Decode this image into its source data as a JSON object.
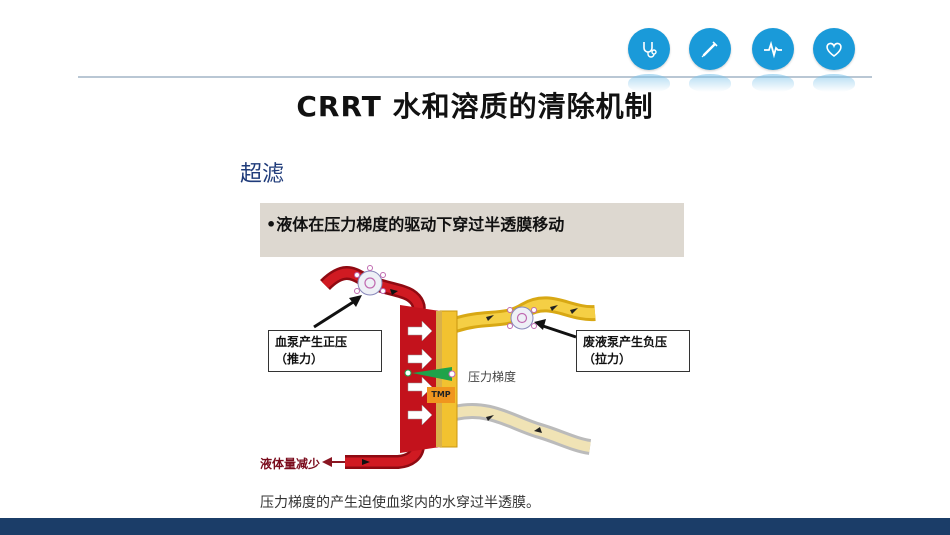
{
  "header": {
    "title": "CRRT  水和溶质的清除机制",
    "icons": [
      "stethoscope-icon",
      "syringe-icon",
      "heartbeat-icon",
      "heart-icon"
    ],
    "accent_color": "#1a9ad9",
    "line_color": "#b9c7d4"
  },
  "content": {
    "subtitle": "超滤",
    "bullet": "•液体在压力梯度的驱动下穿过半透膜移动",
    "bullet_box_color": "#ddd8d0"
  },
  "diagram": {
    "callout_left_line1": "血泵产生正压",
    "callout_left_line2": "（推力）",
    "callout_right_line1": "废液泵产生负压",
    "callout_right_line2": "（拉力）",
    "gradient_label": "压力梯度",
    "tmp_label": "TMP",
    "flow_label": "液体量减少",
    "blood_color": "#c3121c",
    "dialysate_color": "#f2c230"
  },
  "footer": {
    "caption": "压力梯度的产生迫使血浆内的水穿过半透膜。",
    "bar_color": "#1b3d68"
  }
}
